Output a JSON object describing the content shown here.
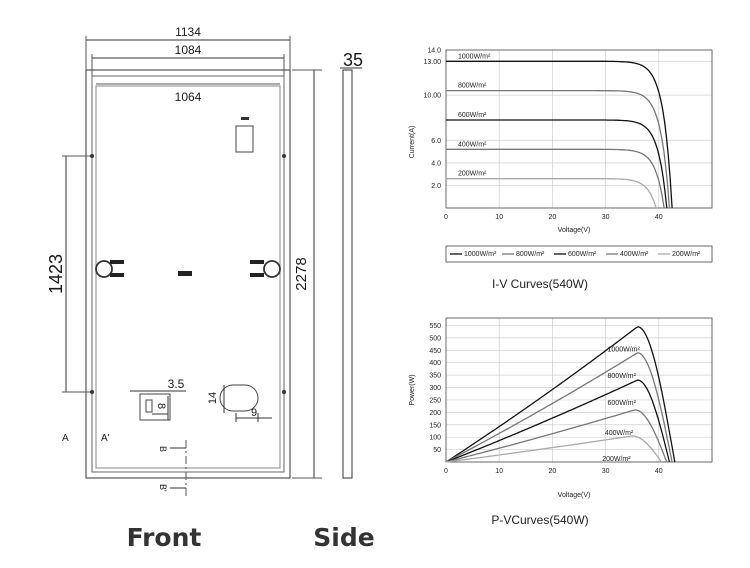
{
  "drawing": {
    "front_label": "Front",
    "side_label": "Side",
    "dim_total_width": "1134",
    "dim_inner_width": "1084",
    "dim_glass_width": "1064",
    "dim_height": "2278",
    "dim_mount_spacing": "1423",
    "dim_thickness": "35",
    "dim_hole_1": "3.5",
    "dim_hole_2": "8",
    "dim_slot_1": "14",
    "dim_slot_2": "9",
    "section_a": "A",
    "section_a2": "A'",
    "section_b": "B",
    "section_b2": "B'"
  },
  "iv_chart": {
    "title": "I-V Curves(540W)",
    "xlabel": "Voltage(V)",
    "ylabel": "Current(A)",
    "xticks": [
      "0",
      "10",
      "20",
      "30",
      "40"
    ],
    "yticks": [
      "14.0",
      "13.00",
      "10.00",
      "6.0",
      "4.0",
      "2.0"
    ],
    "curve_labels": [
      "1000W/m²",
      "800W/m²",
      "600W/m²",
      "400W/m²",
      "200W/m²"
    ],
    "legend": [
      "1000W/m²",
      "800W/m²",
      "600W/m²",
      "400W/m²",
      "200W/m²"
    ]
  },
  "pv_chart": {
    "title": "P-VCurves(540W)",
    "xlabel": "Voltage(V)",
    "ylabel": "Power(W)",
    "xticks": [
      "0",
      "10",
      "20",
      "30",
      "40"
    ],
    "yticks": [
      "550",
      "500",
      "450",
      "400",
      "350",
      "300",
      "250",
      "200",
      "150",
      "100",
      "50"
    ],
    "curve_labels": [
      "1000W/m²",
      "800W/m²",
      "600W/m²",
      "400W/m²",
      "200W/m²"
    ]
  },
  "chart_data": [
    {
      "type": "line",
      "title": "I-V Curves(540W)",
      "xlabel": "Voltage(V)",
      "ylabel": "Current(A)",
      "xlim": [
        0,
        50
      ],
      "ylim": [
        0,
        14
      ],
      "series": [
        {
          "name": "1000W/m²",
          "isc": 13.0,
          "voc": 42.5,
          "color": "#111111"
        },
        {
          "name": "800W/m²",
          "isc": 10.4,
          "voc": 42.0,
          "color": "#777777"
        },
        {
          "name": "600W/m²",
          "isc": 7.8,
          "voc": 41.5,
          "color": "#111111"
        },
        {
          "name": "400W/m²",
          "isc": 5.2,
          "voc": 41.0,
          "color": "#777777"
        },
        {
          "name": "200W/m²",
          "isc": 2.6,
          "voc": 39.5,
          "color": "#aaaaaa"
        }
      ]
    },
    {
      "type": "line",
      "title": "P-VCurves(540W)",
      "xlabel": "Voltage(V)",
      "ylabel": "Power(W)",
      "xlim": [
        0,
        50
      ],
      "ylim": [
        0,
        580
      ],
      "series": [
        {
          "name": "1000W/m²",
          "pmax": 545,
          "vmp": 36,
          "voc": 43,
          "color": "#111111"
        },
        {
          "name": "800W/m²",
          "pmax": 440,
          "vmp": 36,
          "voc": 42.5,
          "color": "#777777"
        },
        {
          "name": "600W/m²",
          "pmax": 330,
          "vmp": 36,
          "voc": 42,
          "color": "#111111"
        },
        {
          "name": "400W/m²",
          "pmax": 210,
          "vmp": 35.5,
          "voc": 41.5,
          "color": "#777777"
        },
        {
          "name": "200W/m²",
          "pmax": 105,
          "vmp": 35,
          "voc": 40.5,
          "color": "#aaaaaa"
        }
      ]
    }
  ]
}
